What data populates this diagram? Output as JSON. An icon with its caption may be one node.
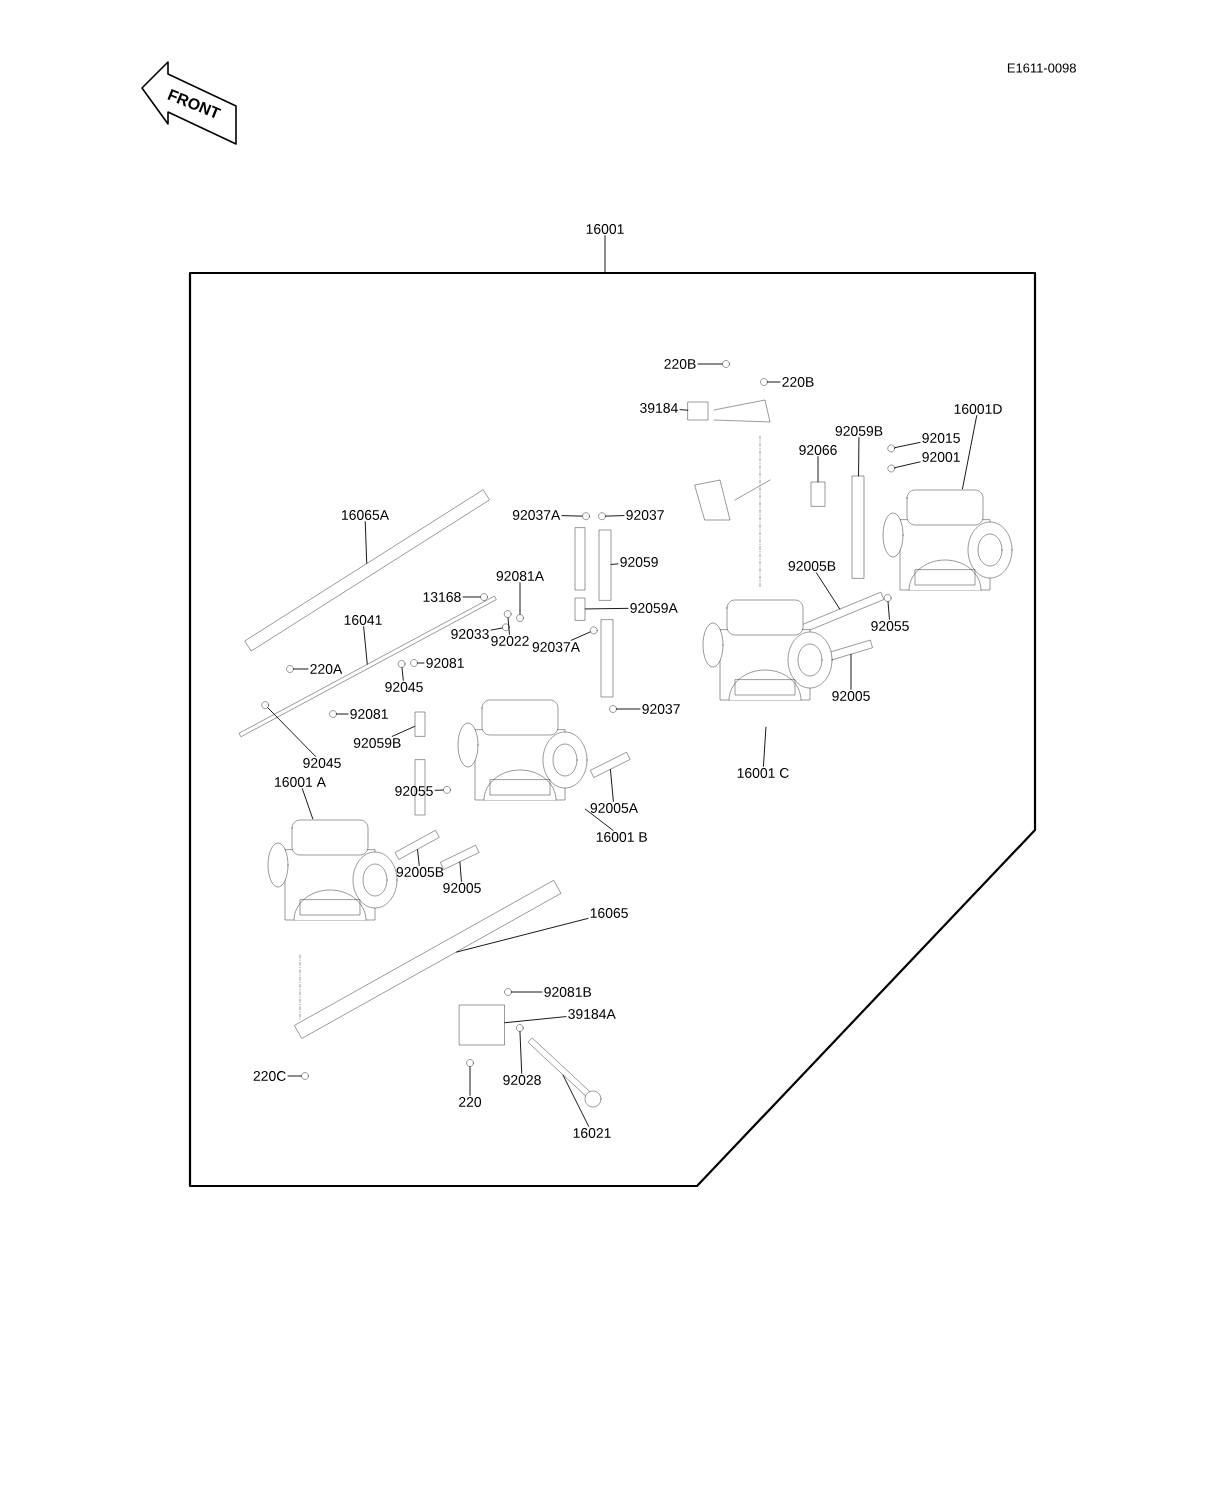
{
  "diagram": {
    "nodes": [
      {
        "text": [
          "16001"
        ]
      },
      {
        "text": [
          "220B"
        ]
      },
      {
        "text": [
          "220B"
        ]
      },
      {
        "text": [
          "39184"
        ]
      },
      {
        "text": [
          "16001D"
        ]
      },
      {
        "text": [
          "92059B"
        ]
      },
      {
        "text": [
          "92015"
        ]
      },
      {
        "text": [
          "92001"
        ]
      },
      {
        "text": [
          "92066"
        ]
      },
      {
        "text": [
          "16065A"
        ]
      },
      {
        "text": [
          "92037A"
        ]
      },
      {
        "text": [
          "92037"
        ]
      },
      {
        "text": [
          "92059"
        ]
      },
      {
        "text": [
          "92005B"
        ]
      },
      {
        "text": [
          "13168"
        ]
      },
      {
        "text": [
          "92081A"
        ]
      },
      {
        "text": [
          "92059A"
        ]
      },
      {
        "text": [
          "92033"
        ]
      },
      {
        "text": [
          "92022"
        ]
      },
      {
        "text": [
          "92037A"
        ]
      },
      {
        "text": [
          "16041"
        ]
      },
      {
        "text": [
          "220A"
        ]
      },
      {
        "text": [
          "92055"
        ]
      },
      {
        "text": [
          "92081"
        ]
      },
      {
        "text": [
          "92045"
        ]
      },
      {
        "text": [
          "92005"
        ]
      },
      {
        "text": [
          "92037"
        ]
      },
      {
        "text": [
          "92081"
        ]
      },
      {
        "text": [
          "92059B"
        ]
      },
      {
        "text": [
          "16001 C"
        ]
      },
      {
        "text": [
          "92045"
        ]
      },
      {
        "text": [
          "16001 A"
        ]
      },
      {
        "text": [
          "92055"
        ]
      },
      {
        "text": [
          "92005A"
        ]
      },
      {
        "text": [
          "16001 B"
        ]
      },
      {
        "text": [
          "92005B"
        ]
      },
      {
        "text": [
          "92005"
        ]
      },
      {
        "text": [
          "16065"
        ]
      },
      {
        "text": [
          "92081B"
        ]
      },
      {
        "text": [
          "39184A"
        ]
      },
      {
        "text": [
          "220C"
        ]
      },
      {
        "text": [
          "220"
        ]
      },
      {
        "text": [
          "92028"
        ]
      },
      {
        "text": [
          "16021"
        ]
      },
      {
        "text": [],
        "shape": "circle"
      },
      {
        "text": [],
        "shape": "circle"
      },
      {
        "text": [],
        "shape": "box"
      },
      {
        "text": [],
        "shape": "picture"
      },
      {
        "text": [],
        "shape": "bar"
      },
      {
        "text": [],
        "shape": "circle"
      },
      {
        "text": [],
        "shape": "circle"
      },
      {
        "text": [],
        "shape": "bar"
      },
      {
        "text": [],
        "shape": "bar"
      },
      {
        "text": [],
        "shape": "circle"
      },
      {
        "text": [],
        "shape": "circle"
      },
      {
        "text": [],
        "shape": "bar"
      },
      {
        "text": [],
        "shape": "bar"
      },
      {
        "text": [],
        "shape": "circle"
      },
      {
        "text": [],
        "shape": "circle"
      },
      {
        "text": [],
        "shape": "bar"
      },
      {
        "text": [],
        "shape": "circle"
      },
      {
        "text": [],
        "shape": "circle"
      },
      {
        "text": [],
        "shape": "circle"
      },
      {
        "text": [],
        "shape": "bar"
      },
      {
        "text": [],
        "shape": "circle"
      },
      {
        "text": [],
        "shape": "circle"
      },
      {
        "text": [],
        "shape": "circle"
      },
      {
        "text": [],
        "shape": "circle"
      },
      {
        "text": [],
        "shape": "bar"
      },
      {
        "text": [],
        "shape": "circle"
      },
      {
        "text": [],
        "shape": "circle"
      },
      {
        "text": [],
        "shape": "bar"
      },
      {
        "text": [],
        "shape": "picture"
      },
      {
        "text": [],
        "shape": "circle"
      },
      {
        "text": [],
        "shape": "picture"
      },
      {
        "text": [],
        "shape": "circle"
      },
      {
        "text": [],
        "shape": "bar"
      },
      {
        "text": [],
        "shape": "picture"
      },
      {
        "text": [],
        "shape": "bar"
      },
      {
        "text": [],
        "shape": "bar"
      },
      {
        "text": [],
        "shape": "bar"
      },
      {
        "text": [],
        "shape": "circle"
      },
      {
        "text": [],
        "shape": "box"
      },
      {
        "text": [],
        "shape": "circle"
      },
      {
        "text": [],
        "shape": "circle"
      },
      {
        "text": [],
        "shape": "circle"
      },
      {
        "text": [],
        "shape": "bar"
      }
    ],
    "edges": [
      {
        "from": 0,
        "to": null,
        "arrow": "none"
      },
      {
        "from": 1,
        "to": 44,
        "arrow": "none"
      },
      {
        "from": 2,
        "to": 45,
        "arrow": "none"
      },
      {
        "from": 3,
        "to": 46,
        "arrow": "none"
      },
      {
        "from": 4,
        "to": 47,
        "arrow": "none"
      },
      {
        "from": 5,
        "to": 48,
        "arrow": "none"
      },
      {
        "from": 6,
        "to": 49,
        "arrow": "none"
      },
      {
        "from": 7,
        "to": 50,
        "arrow": "none"
      },
      {
        "from": 8,
        "to": 51,
        "arrow": "none"
      },
      {
        "from": 9,
        "to": 52,
        "arrow": "none"
      },
      {
        "from": 10,
        "to": 53,
        "arrow": "none"
      },
      {
        "from": 11,
        "to": 54,
        "arrow": "none"
      },
      {
        "from": 12,
        "to": 55,
        "arrow": "none"
      },
      {
        "from": 13,
        "to": 56,
        "arrow": "none"
      },
      {
        "from": 14,
        "to": 57,
        "arrow": "none"
      },
      {
        "from": 15,
        "to": 58,
        "arrow": "none"
      },
      {
        "from": 16,
        "to": 59,
        "arrow": "none"
      },
      {
        "from": 17,
        "to": 60,
        "arrow": "none"
      },
      {
        "from": 18,
        "to": 61,
        "arrow": "none"
      },
      {
        "from": 19,
        "to": 62,
        "arrow": "none"
      },
      {
        "from": 20,
        "to": 63,
        "arrow": "none"
      },
      {
        "from": 21,
        "to": 64,
        "arrow": "none"
      },
      {
        "from": 22,
        "to": 65,
        "arrow": "none"
      },
      {
        "from": 23,
        "to": 66,
        "arrow": "none"
      },
      {
        "from": 24,
        "to": 67,
        "arrow": "none"
      },
      {
        "from": 25,
        "to": 68,
        "arrow": "none"
      },
      {
        "from": 26,
        "to": 69,
        "arrow": "none"
      },
      {
        "from": 27,
        "to": 70,
        "arrow": "none"
      },
      {
        "from": 28,
        "to": 71,
        "arrow": "none"
      },
      {
        "from": 29,
        "to": 72,
        "arrow": "none"
      },
      {
        "from": 30,
        "to": 73,
        "arrow": "none"
      },
      {
        "from": 31,
        "to": 74,
        "arrow": "none"
      },
      {
        "from": 32,
        "to": 75,
        "arrow": "none"
      },
      {
        "from": 33,
        "to": 76,
        "arrow": "none"
      },
      {
        "from": 34,
        "to": 77,
        "arrow": "none"
      },
      {
        "from": 35,
        "to": 78,
        "arrow": "none"
      },
      {
        "from": 36,
        "to": 79,
        "arrow": "none"
      },
      {
        "from": 37,
        "to": 80,
        "arrow": "none"
      },
      {
        "from": 38,
        "to": 81,
        "arrow": "none"
      },
      {
        "from": 39,
        "to": 82,
        "arrow": "none"
      },
      {
        "from": 40,
        "to": 83,
        "arrow": "none"
      },
      {
        "from": 41,
        "to": 84,
        "arrow": "none"
      },
      {
        "from": 42,
        "to": 85,
        "arrow": "none"
      },
      {
        "from": 43,
        "to": 86,
        "arrow": "none"
      }
    ],
    "labels": [
      "FRONT",
      "E1611-0098"
    ]
  }
}
